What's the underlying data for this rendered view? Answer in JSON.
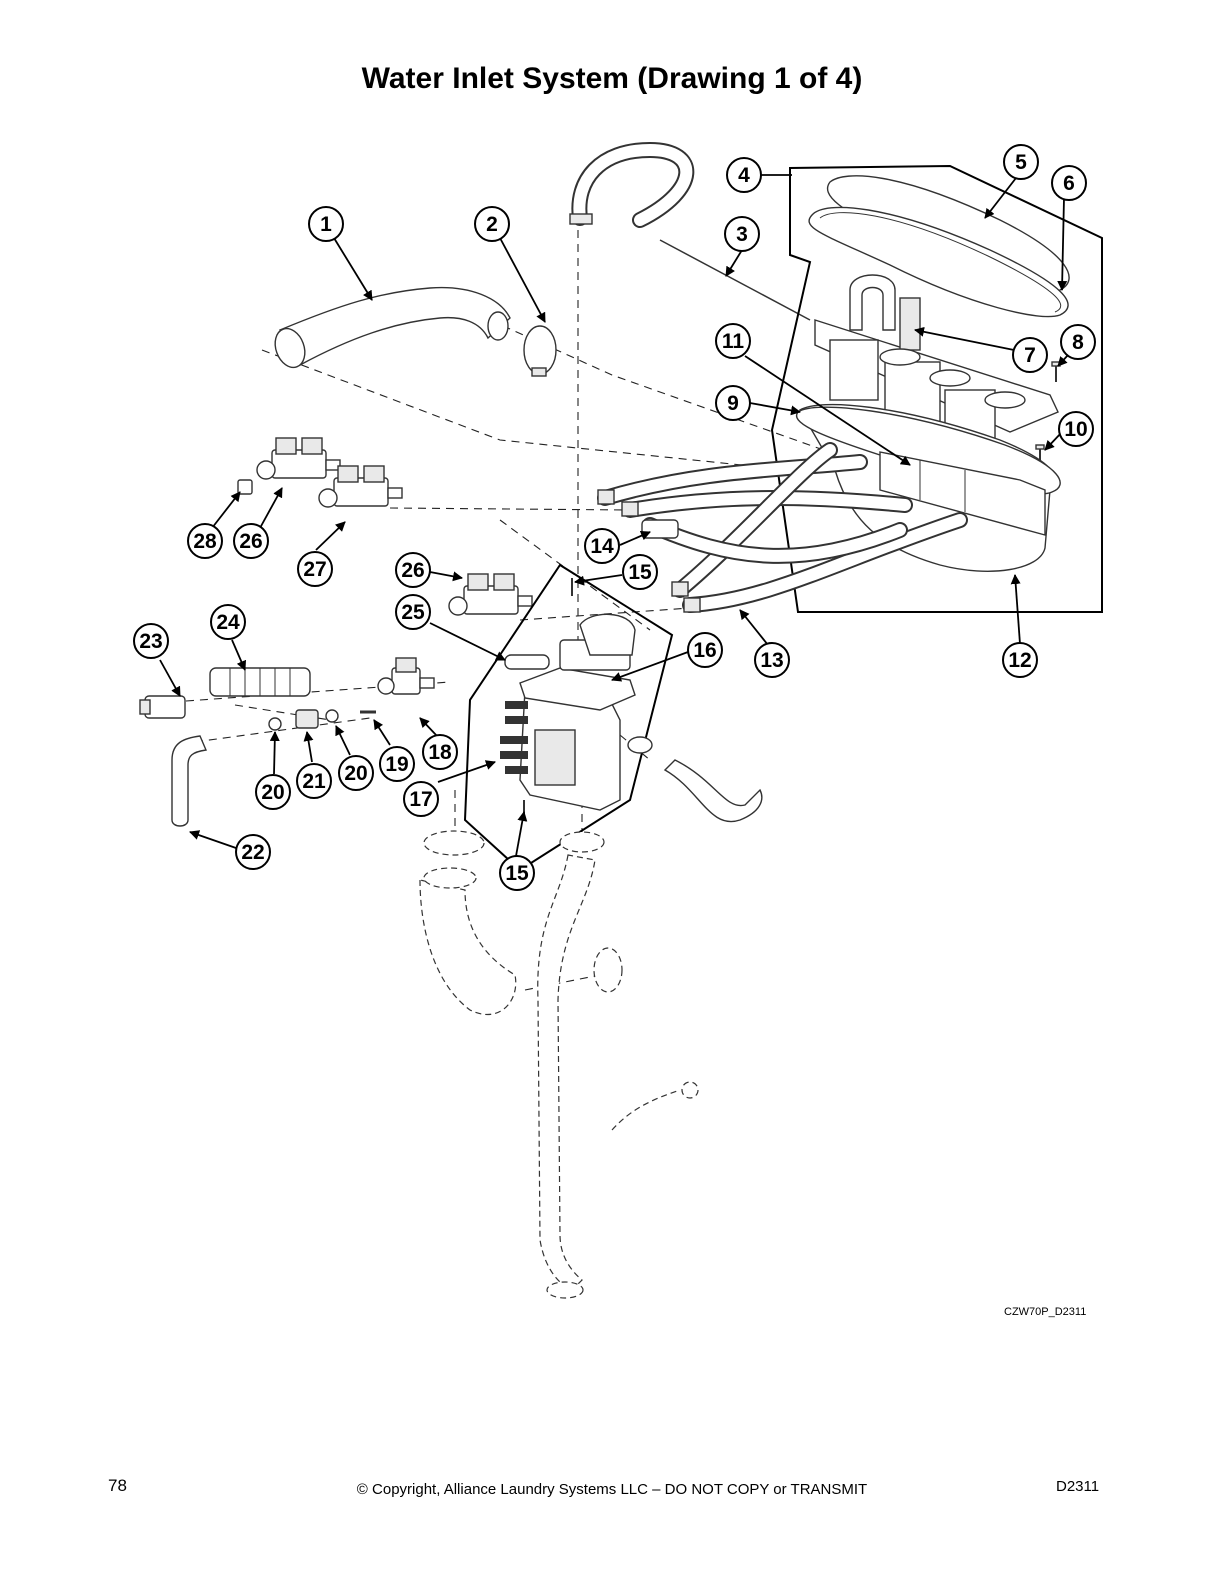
{
  "title": "Water Inlet System (Drawing 1 of 4)",
  "drawing_code": "CZW70P_D2311",
  "footer": {
    "page_number": "78",
    "copyright": "© Copyright, Alliance Laundry Systems LLC – DO NOT COPY or TRANSMIT",
    "doc_id": "D2311"
  },
  "callouts": [
    "1",
    "2",
    "3",
    "4",
    "5",
    "6",
    "7",
    "8",
    "9",
    "10",
    "11",
    "12",
    "13",
    "14",
    "15",
    "15",
    "16",
    "17",
    "18",
    "19",
    "20",
    "20",
    "21",
    "22",
    "23",
    "24",
    "25",
    "26",
    "26",
    "27",
    "28"
  ]
}
